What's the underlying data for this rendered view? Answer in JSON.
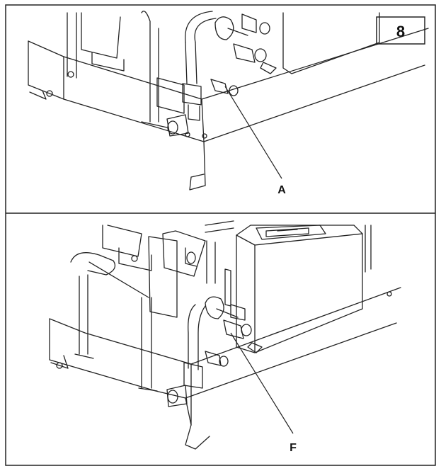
{
  "figure": {
    "step_number": "8",
    "top_panel": {
      "callout_label": "A"
    },
    "bottom_panel": {
      "callout_label": "F"
    }
  },
  "colors": {
    "line": "#222222",
    "background": "#ffffff"
  }
}
